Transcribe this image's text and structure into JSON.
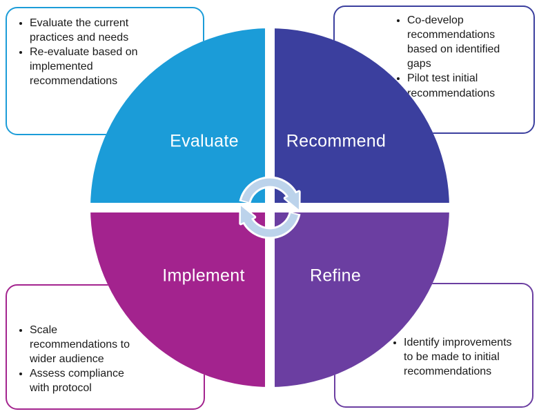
{
  "diagram": {
    "type": "cycle-quadrant-diagram",
    "center_icon": "cycle-arrows",
    "colors": {
      "evaluate": "#1B9CD8",
      "recommend": "#3B3F9E",
      "implement": "#A3238E",
      "refine": "#6B3EA1",
      "arrow": "#BCD3EB",
      "arrow_outline": "#FFFFFF",
      "text": "#1A1A1A",
      "background": "#FFFFFF"
    },
    "quadrants": [
      {
        "id": "evaluate",
        "label": "Evaluate",
        "position": "top-left"
      },
      {
        "id": "recommend",
        "label": "Recommend",
        "position": "top-right"
      },
      {
        "id": "implement",
        "label": "Implement",
        "position": "bottom-left"
      },
      {
        "id": "refine",
        "label": "Refine",
        "position": "bottom-right"
      }
    ],
    "callouts": [
      {
        "id": "evaluate-notes",
        "position": "top-left",
        "bullets": [
          "Evaluate the current practices and needs",
          "Re-evaluate based on implemented recommendations"
        ]
      },
      {
        "id": "recommend-notes",
        "position": "top-right",
        "bullets": [
          "Co-develop recommendations based on identified gaps",
          "Pilot test initial recommendations"
        ]
      },
      {
        "id": "implement-notes",
        "position": "bottom-left",
        "bullets": [
          "Scale recommendations to wider audience",
          "Assess compliance with protocol"
        ]
      },
      {
        "id": "refine-notes",
        "position": "bottom-right",
        "bullets": [
          "Identify improvements to be made to initial recommendations"
        ]
      }
    ]
  }
}
